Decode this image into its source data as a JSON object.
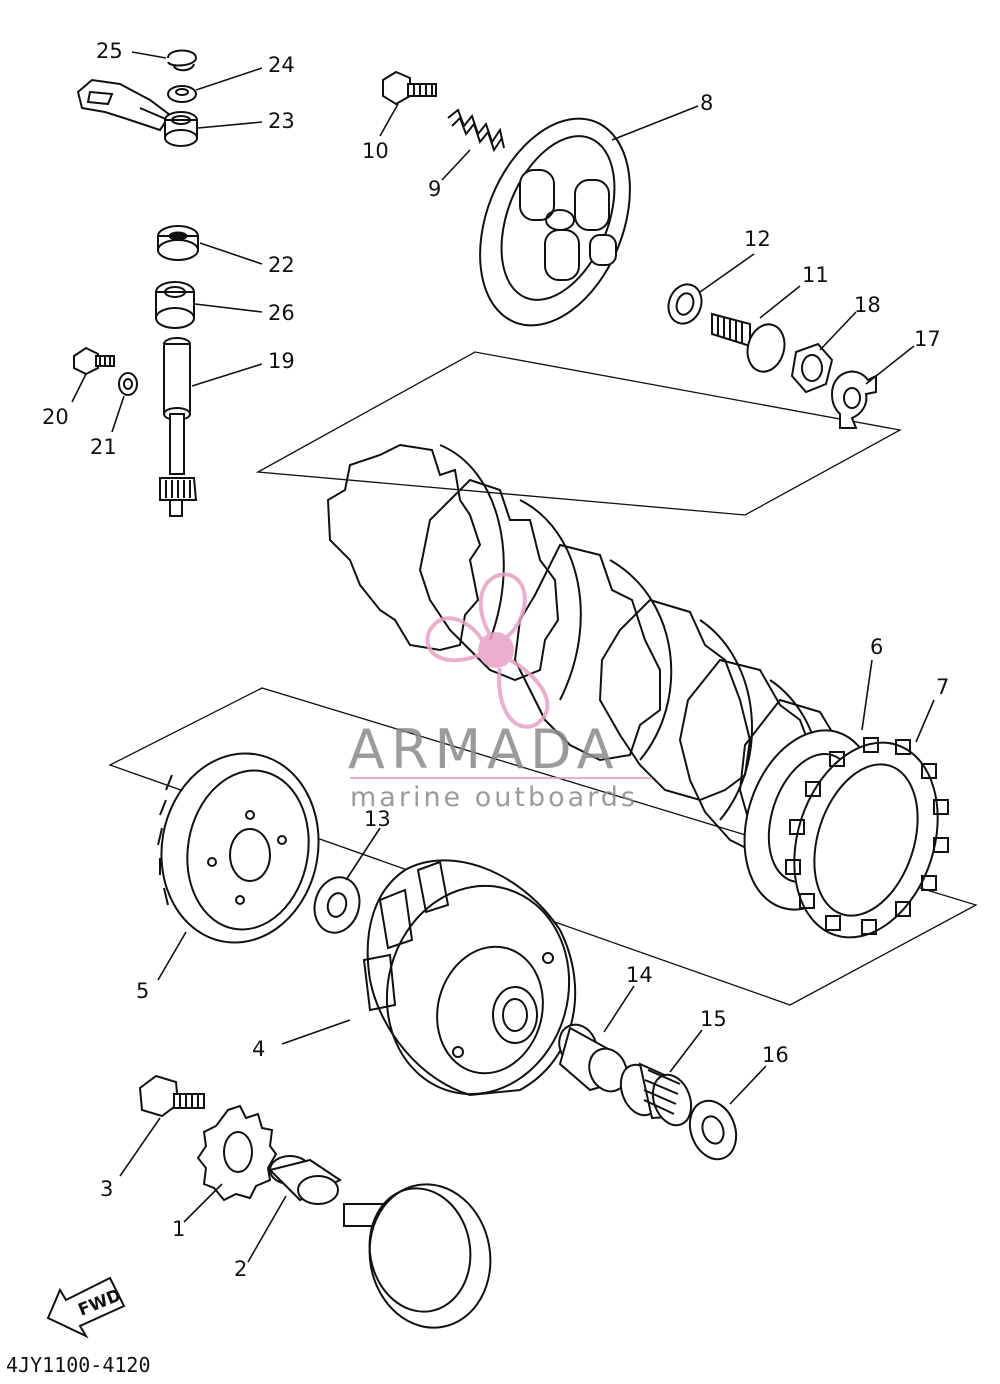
{
  "diagram": {
    "part_labels": [
      {
        "id": "1",
        "text": "1"
      },
      {
        "id": "2",
        "text": "2"
      },
      {
        "id": "3",
        "text": "3"
      },
      {
        "id": "4",
        "text": "4"
      },
      {
        "id": "5",
        "text": "5"
      },
      {
        "id": "6",
        "text": "6"
      },
      {
        "id": "7",
        "text": "7"
      },
      {
        "id": "8",
        "text": "8"
      },
      {
        "id": "9",
        "text": "9"
      },
      {
        "id": "10",
        "text": "10"
      },
      {
        "id": "11",
        "text": "11"
      },
      {
        "id": "12",
        "text": "12"
      },
      {
        "id": "13",
        "text": "13"
      },
      {
        "id": "14",
        "text": "14"
      },
      {
        "id": "15",
        "text": "15"
      },
      {
        "id": "16",
        "text": "16"
      },
      {
        "id": "17",
        "text": "17"
      },
      {
        "id": "18",
        "text": "18"
      },
      {
        "id": "19",
        "text": "19"
      },
      {
        "id": "20",
        "text": "20"
      },
      {
        "id": "21",
        "text": "21"
      },
      {
        "id": "22",
        "text": "22"
      },
      {
        "id": "23",
        "text": "23"
      },
      {
        "id": "24",
        "text": "24"
      },
      {
        "id": "25",
        "text": "25"
      },
      {
        "id": "26",
        "text": "26"
      }
    ],
    "diagram_code": "4JY1100-4120",
    "fwd_label": "FWD"
  },
  "watermark": {
    "title": "ARMADA",
    "subtitle": "marine outboards",
    "accent_color": "#e8a0c4"
  },
  "colors": {
    "ink": "#111111",
    "background": "#ffffff"
  }
}
